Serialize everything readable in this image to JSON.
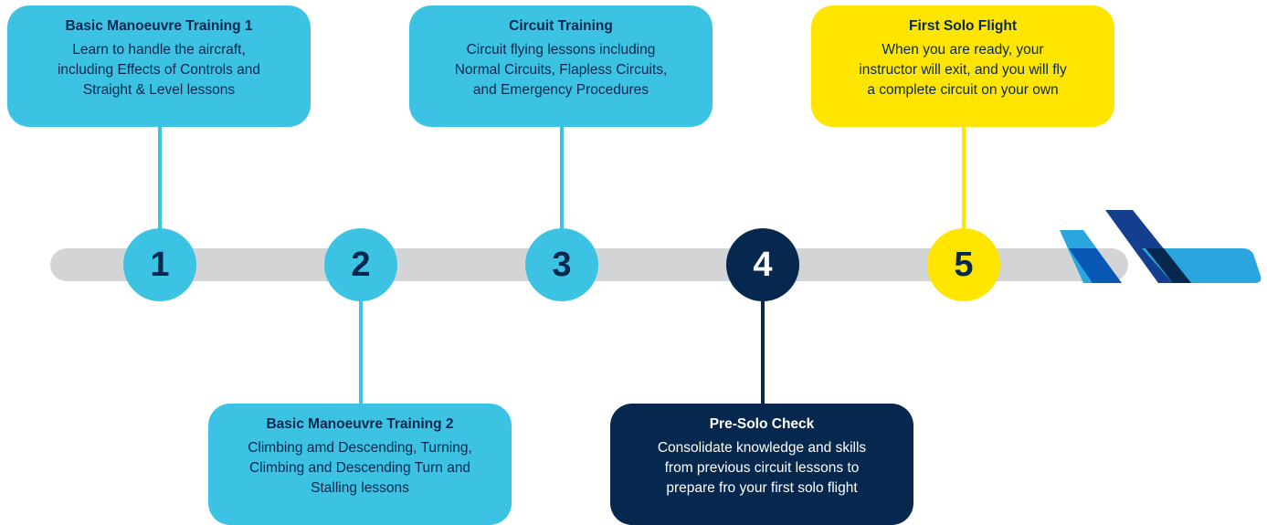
{
  "colors": {
    "light_blue": "#3cc2e2",
    "navy": "#06284f",
    "yellow": "#ffe500",
    "track": "#d3d4d6"
  },
  "milestones": [
    {
      "number": "1",
      "title": "Basic Manoeuvre Training 1",
      "lines": [
        "Learn to handle the aircraft,",
        "including Effects of Controls and",
        "Straight & Level lessons"
      ]
    },
    {
      "number": "2",
      "title": "Basic Manoeuvre Training 2",
      "lines": [
        "Climbing amd Descending, Turning,",
        "Climbing and Descending Turn and",
        "Stalling lessons"
      ]
    },
    {
      "number": "3",
      "title": "Circuit Training",
      "lines": [
        "Circuit flying lessons including",
        "Normal Circuits, Flapless Circuits,",
        "and Emergency Procedures"
      ]
    },
    {
      "number": "4",
      "title": "Pre-Solo Check",
      "lines": [
        "Consolidate knowledge and skills",
        "from previous circuit lessons to",
        "prepare fro your first solo flight"
      ]
    },
    {
      "number": "5",
      "title": "First Solo Flight",
      "lines": [
        "When you are ready, your",
        "instructor will exit, and you will fly",
        "a complete circuit on your own"
      ]
    }
  ]
}
